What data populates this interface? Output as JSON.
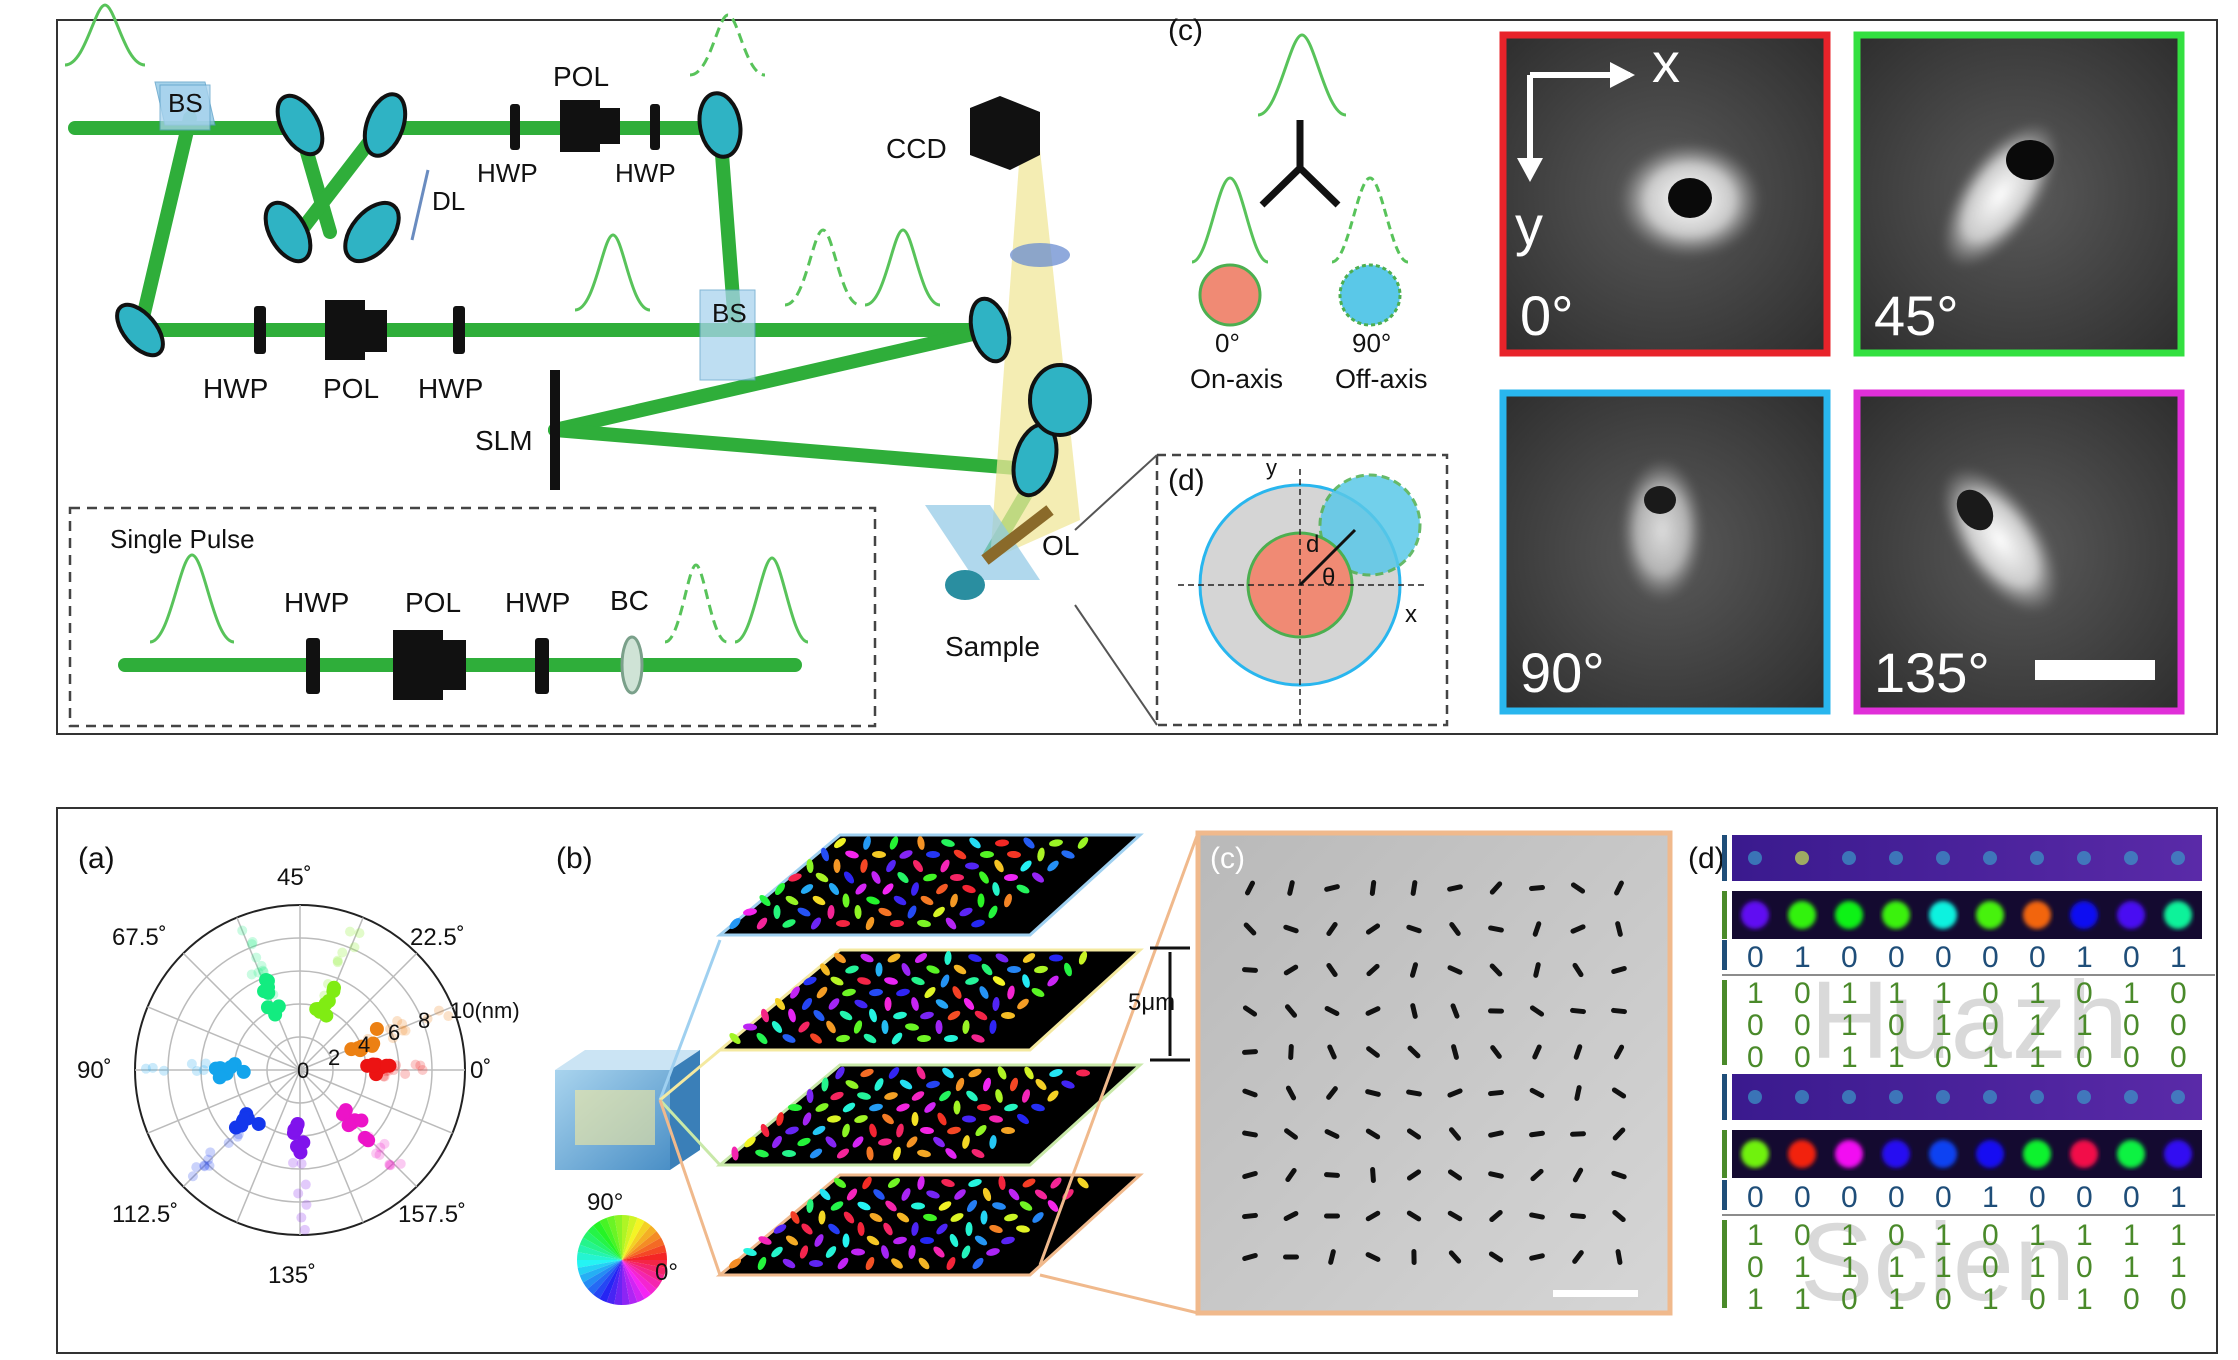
{
  "top_panel": {
    "setup": {
      "bs1": "BS",
      "bs2": "BS",
      "pol_top": "POL",
      "hwp_top1": "HWP",
      "hwp_top2": "HWP",
      "dl": "DL",
      "ccd": "CCD",
      "hwp_mid1": "HWP",
      "pol_mid": "POL",
      "hwp_mid2": "HWP",
      "slm": "SLM",
      "ol": "OL",
      "sample": "Sample"
    },
    "inset_single_pulse": {
      "title": "Single Pulse",
      "hwp1": "HWP",
      "pol": "POL",
      "hwp2": "HWP",
      "bc": "BC"
    },
    "c_label": "(c)",
    "c_beams": {
      "on_angle": "0°",
      "on_text": "On-axis",
      "off_angle": "90°",
      "off_text": "Off-axis"
    },
    "d_label": "(d)",
    "d_axes": {
      "x": "x",
      "y": "y",
      "d": "d",
      "theta": "θ"
    },
    "micrographs": {
      "axis_x": "x",
      "axis_y": "y",
      "frames": [
        {
          "angle": "0°",
          "border": "#e8232a"
        },
        {
          "angle": "45°",
          "border": "#33e040"
        },
        {
          "angle": "90°",
          "border": "#29b6ee"
        },
        {
          "angle": "135°",
          "border": "#e02fd8"
        }
      ]
    }
  },
  "bottom_panel": {
    "a_label": "(a)",
    "polar": {
      "angle_labels": [
        "0˚",
        "22.5˚",
        "45˚",
        "67.5˚",
        "90˚",
        "112.5˚",
        "135˚",
        "157.5˚"
      ],
      "radial_ticks": [
        "0",
        "2",
        "4",
        "6",
        "8",
        "10(nm)"
      ]
    },
    "b_label": "(b)",
    "b_extra": {
      "spacing": "5μm",
      "cube_angle": "90°",
      "wheel_angle": "0°"
    },
    "c_label": "(c)",
    "d_label": "(d)",
    "bits_row1": [
      "0",
      "1",
      "0",
      "0",
      "0",
      "0",
      "0",
      "1",
      "0",
      "1"
    ],
    "grid1": [
      [
        "1",
        "0",
        "1",
        "1",
        "1",
        "0",
        "1",
        "0",
        "1",
        "0"
      ],
      [
        "0",
        "0",
        "1",
        "0",
        "1",
        "0",
        "1",
        "1",
        "0",
        "0"
      ],
      [
        "0",
        "0",
        "1",
        "1",
        "0",
        "1",
        "1",
        "0",
        "0",
        "0"
      ]
    ],
    "watermark1": "Huazh",
    "bits_row2": [
      "0",
      "0",
      "0",
      "0",
      "0",
      "1",
      "0",
      "0",
      "0",
      "1"
    ],
    "grid2": [
      [
        "1",
        "0",
        "1",
        "0",
        "1",
        "0",
        "1",
        "1",
        "1",
        "1"
      ],
      [
        "0",
        "1",
        "1",
        "1",
        "1",
        "0",
        "1",
        "0",
        "1",
        "1"
      ],
      [
        "1",
        "1",
        "0",
        "1",
        "0",
        "1",
        "0",
        "1",
        "0",
        "0"
      ]
    ],
    "watermark2": "Scien"
  }
}
